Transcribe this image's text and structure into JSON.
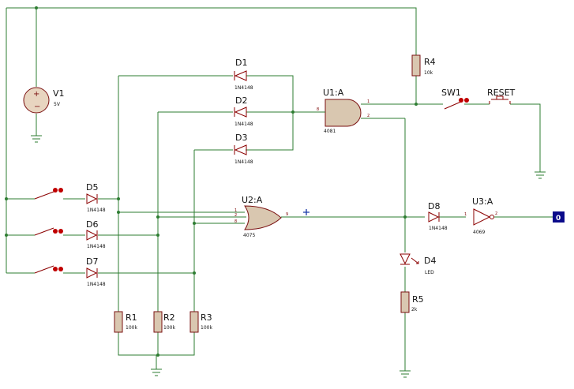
{
  "components": {
    "v1": {
      "ref": "V1",
      "value": "5V"
    },
    "r4": {
      "ref": "R4",
      "value": "10k"
    },
    "d1": {
      "ref": "D1",
      "value": "1N4148"
    },
    "d2": {
      "ref": "D2",
      "value": "1N4148"
    },
    "d3": {
      "ref": "D3",
      "value": "1N4148"
    },
    "d5": {
      "ref": "D5",
      "value": "1N4148"
    },
    "d6": {
      "ref": "D6",
      "value": "1N4148"
    },
    "d7": {
      "ref": "D7",
      "value": "1N4148"
    },
    "d8": {
      "ref": "D8",
      "value": "1N4148"
    },
    "u1": {
      "ref": "U1:A",
      "value": "4081",
      "pin_in_a": "8",
      "pin_in_b": "2",
      "pin_out": "1"
    },
    "u2": {
      "ref": "U2:A",
      "value": "4075",
      "pin_in_1": "1",
      "pin_in_2": "2",
      "pin_in_3": "8",
      "pin_out": "9"
    },
    "u3": {
      "ref": "U3:A",
      "value": "4069",
      "pin_in": "1",
      "pin_out": "2"
    },
    "sw1": {
      "ref": "SW1"
    },
    "reset": {
      "ref": "RESET"
    },
    "d4": {
      "ref": "D4",
      "value": "LED"
    },
    "r5": {
      "ref": "R5",
      "value": "2k"
    },
    "r1": {
      "ref": "R1",
      "value": "100k"
    },
    "r2": {
      "ref": "R2",
      "value": "100k"
    },
    "r3": {
      "ref": "R3",
      "value": "100k"
    }
  },
  "output_probe": {
    "value": "0"
  },
  "colors": {
    "wire": "#2e7d32",
    "component": "#8b0000",
    "body": "#d9c7b0",
    "probe": "#0a0a8a"
  }
}
